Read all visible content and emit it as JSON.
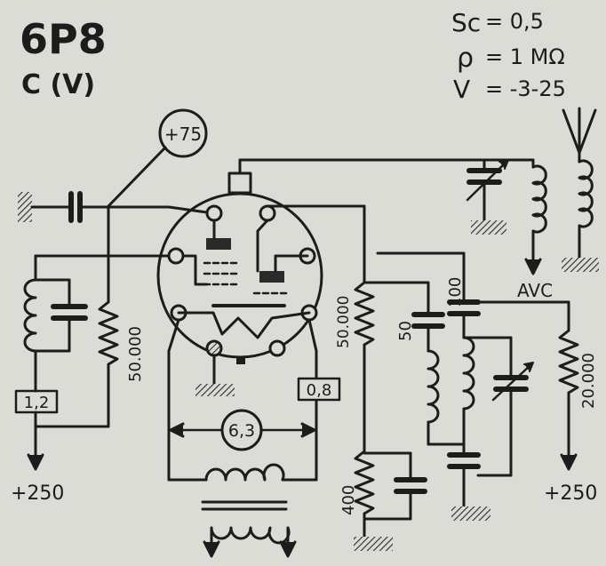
{
  "header": {
    "tube_type": "6P8",
    "tube_class": "C (V)"
  },
  "parameters": {
    "sc_label": "Sc",
    "sc_value": "= 0,5",
    "rho_label": "ρ",
    "rho_value": "= 1 MΩ",
    "v_label": "V",
    "v_value": "= -3-25"
  },
  "labels": {
    "screen_voltage": "+75",
    "avc": "AVC",
    "supply_left": "+250",
    "supply_right": "+250",
    "heater": "6,3",
    "ma_left": "1,2",
    "ma_right": "0,8",
    "r_grid": "50.000",
    "r_anode": "50.000",
    "r_cathode": "400",
    "r_right": "20.000",
    "c_coupling_50": "50",
    "c_coupling_100": "100"
  },
  "colors": {
    "ink": "#1c1c1c",
    "paper": "#dcdcd6",
    "hatch": "#3a3a3a",
    "plate": "#2a2a2a"
  },
  "icons": [
    "antenna-icon",
    "ground-icon",
    "variable-capacitor-icon",
    "transformer-icon",
    "arrow-down-icon"
  ]
}
